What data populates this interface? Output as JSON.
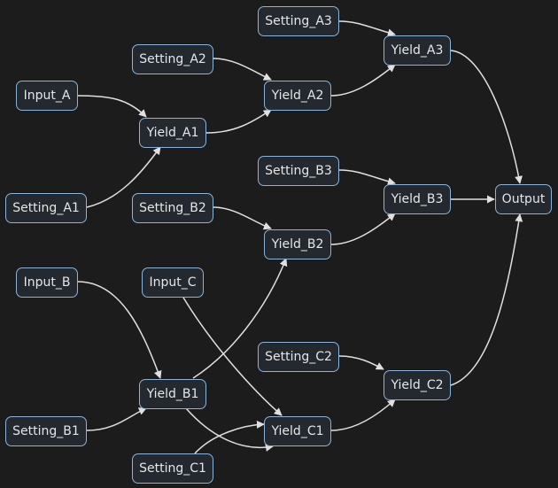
{
  "colors": {
    "background": "#1c1c1c",
    "node_fill": "#23292f",
    "node_border": "#8ab4d9",
    "text": "#e6e6e6",
    "edge": "#e0e0e0"
  },
  "nodes": [
    {
      "id": "Setting_A3",
      "label": "Setting_A3"
    },
    {
      "id": "Setting_A2",
      "label": "Setting_A2"
    },
    {
      "id": "Yield_A3",
      "label": "Yield_A3"
    },
    {
      "id": "Input_A",
      "label": "Input_A"
    },
    {
      "id": "Yield_A2",
      "label": "Yield_A2"
    },
    {
      "id": "Yield_A1",
      "label": "Yield_A1"
    },
    {
      "id": "Setting_B3",
      "label": "Setting_B3"
    },
    {
      "id": "Setting_A1",
      "label": "Setting_A1"
    },
    {
      "id": "Setting_B2",
      "label": "Setting_B2"
    },
    {
      "id": "Yield_B3",
      "label": "Yield_B3"
    },
    {
      "id": "Output",
      "label": "Output"
    },
    {
      "id": "Yield_B2",
      "label": "Yield_B2"
    },
    {
      "id": "Input_B",
      "label": "Input_B"
    },
    {
      "id": "Input_C",
      "label": "Input_C"
    },
    {
      "id": "Setting_C2",
      "label": "Setting_C2"
    },
    {
      "id": "Yield_C2",
      "label": "Yield_C2"
    },
    {
      "id": "Yield_B1",
      "label": "Yield_B1"
    },
    {
      "id": "Setting_B1",
      "label": "Setting_B1"
    },
    {
      "id": "Yield_C1",
      "label": "Yield_C1"
    },
    {
      "id": "Setting_C1",
      "label": "Setting_C1"
    }
  ],
  "edges": [
    {
      "from": "Input_A",
      "to": "Yield_A1"
    },
    {
      "from": "Setting_A1",
      "to": "Yield_A1"
    },
    {
      "from": "Yield_A1",
      "to": "Yield_A2"
    },
    {
      "from": "Setting_A2",
      "to": "Yield_A2"
    },
    {
      "from": "Yield_A2",
      "to": "Yield_A3"
    },
    {
      "from": "Setting_A3",
      "to": "Yield_A3"
    },
    {
      "from": "Yield_A3",
      "to": "Output"
    },
    {
      "from": "Input_B",
      "to": "Yield_B1"
    },
    {
      "from": "Setting_B1",
      "to": "Yield_B1"
    },
    {
      "from": "Yield_B1",
      "to": "Yield_B2"
    },
    {
      "from": "Setting_B2",
      "to": "Yield_B2"
    },
    {
      "from": "Yield_B2",
      "to": "Yield_B3"
    },
    {
      "from": "Setting_B3",
      "to": "Yield_B3"
    },
    {
      "from": "Yield_B3",
      "to": "Output"
    },
    {
      "from": "Input_C",
      "to": "Yield_C1"
    },
    {
      "from": "Setting_C1",
      "to": "Yield_C1"
    },
    {
      "from": "Yield_B1",
      "to": "Yield_C1"
    },
    {
      "from": "Yield_C1",
      "to": "Yield_C2"
    },
    {
      "from": "Setting_C2",
      "to": "Yield_C2"
    },
    {
      "from": "Yield_C2",
      "to": "Output"
    }
  ]
}
